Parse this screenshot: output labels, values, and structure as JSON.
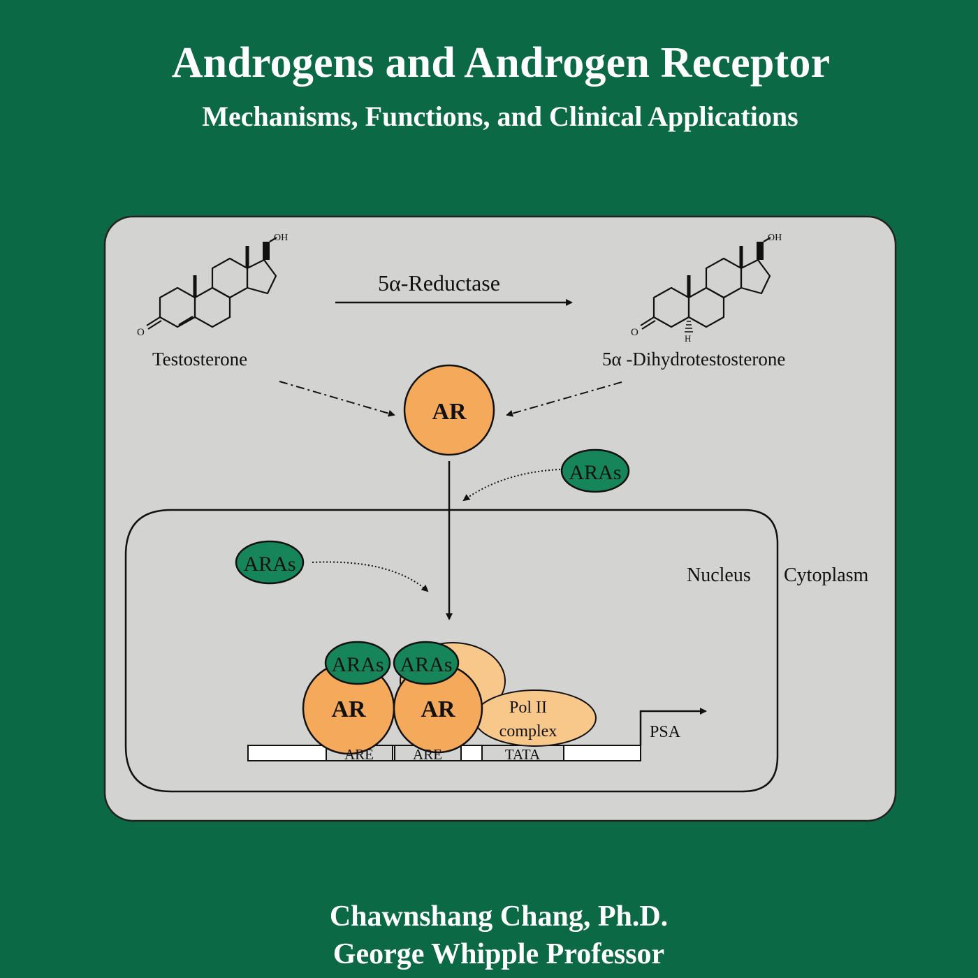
{
  "cover": {
    "title": "Androgens and Androgen Receptor",
    "subtitle": "Mechanisms, Functions, and Clinical Applications",
    "author": "Chawnshang Chang, Ph.D.",
    "author_title": "George Whipple Professor"
  },
  "diagram": {
    "enzyme_label": "5α-Reductase",
    "testosterone_label": "Testosterone",
    "dht_label": "5α -Dihydrotestosterone",
    "oh_label": "OH",
    "h_label": "H",
    "o_label": "O",
    "ar_label": "AR",
    "aras_label": "ARAs",
    "nucleus_label": "Nucleus",
    "cytoplasm_label": "Cytoplasm",
    "pol2_line1": "Pol II",
    "pol2_line2": "complex",
    "are_label": "ARE",
    "tata_label": "TATA",
    "psa_label": "PSA"
  },
  "colors": {
    "background": "#0b6a45",
    "panel": "#d3d4d2",
    "ar_orange": "#f5a95a",
    "aras_green": "#16855a",
    "light_orange": "#f8c78a"
  }
}
